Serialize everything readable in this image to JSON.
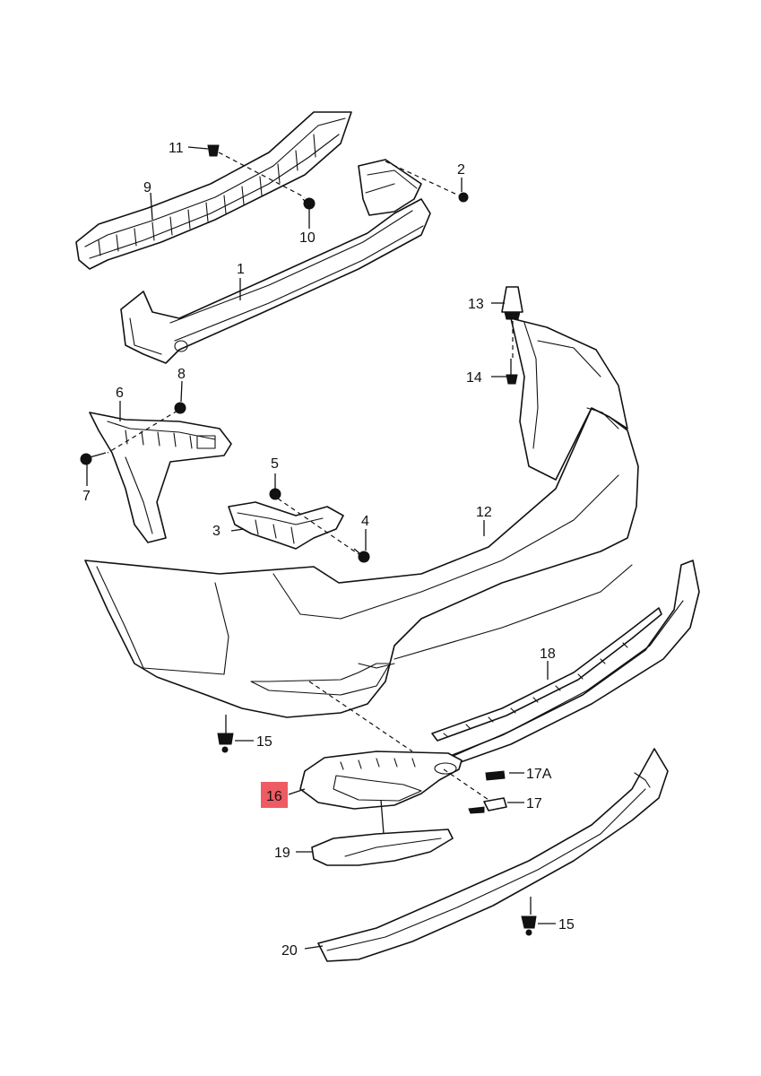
{
  "callouts": {
    "c1": "1",
    "c2": "2",
    "c3": "3",
    "c4": "4",
    "c5": "5",
    "c6": "6",
    "c7": "7",
    "c8": "8",
    "c9": "9",
    "c10": "10",
    "c11": "11",
    "c12": "12",
    "c13": "13",
    "c14": "14",
    "c15a": "15",
    "c15b": "15",
    "c16": "16",
    "c17": "17",
    "c17a": "17A",
    "c18": "18",
    "c19": "19",
    "c20": "20"
  },
  "highlight": {
    "part": "16",
    "color": "#ee5b63"
  }
}
